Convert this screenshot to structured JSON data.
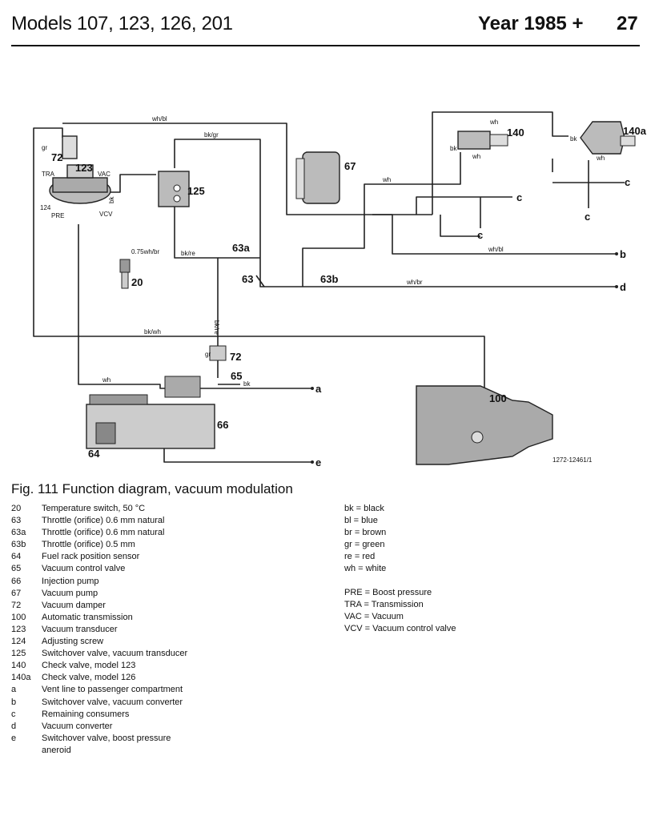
{
  "header": {
    "models": "Models 107, 123, 126, 201",
    "year": "Year 1985 +",
    "page_number": "27"
  },
  "diagram": {
    "labels": {
      "l72_top": "72",
      "l123": "123",
      "tra": "TRA",
      "vac": "VAC",
      "l124": "124",
      "pre": "PRE",
      "vcv": "VCV",
      "gr_top": "gr",
      "l125": "125",
      "l20": "20",
      "t075": "0.75wh/br",
      "l63a": "63a",
      "l63": "63",
      "l63b": "63b",
      "l67": "67",
      "l140": "140",
      "l140a": "140a",
      "wh_140": "wh",
      "bk_140": "bk",
      "wh_140b": "wh",
      "bk_140a": "bk",
      "wh_140a": "wh",
      "c1": "c",
      "c2": "c",
      "c3": "c",
      "c4": "c",
      "b": "b",
      "d": "d",
      "a": "a",
      "e": "e",
      "l72_mid": "72",
      "gr_mid": "gr",
      "l65": "65",
      "l66": "66",
      "l64": "64",
      "l100": "100",
      "ref": "1272-12461/1",
      "w_whbl": "wh/bl",
      "w_bkgr": "bk/gr",
      "w_bk1": "bk",
      "w_bkre": "bk/re",
      "w_wh_mid": "wh",
      "w_whbl2": "wh/bl",
      "w_whbr": "wh/br",
      "w_bkre2": "bk/re",
      "w_bkwh": "bk/wh",
      "w_wh_bot": "wh",
      "w_bk_bot": "bk"
    }
  },
  "figure": {
    "title": "Fig. 111  Function diagram, vacuum modulation",
    "legend": [
      {
        "key": "20",
        "text": "Temperature switch, 50 °C"
      },
      {
        "key": "63",
        "text": "Throttle (orifice) 0.6 mm natural"
      },
      {
        "key": "63a",
        "text": "Throttle (orifice) 0.6 mm natural"
      },
      {
        "key": "63b",
        "text": "Throttle (orifice) 0.5 mm"
      },
      {
        "key": "64",
        "text": "Fuel rack position sensor"
      },
      {
        "key": "65",
        "text": "Vacuum control valve"
      },
      {
        "key": "66",
        "text": "Injection pump"
      },
      {
        "key": "67",
        "text": "Vacuum pump"
      },
      {
        "key": "72",
        "text": "Vacuum damper"
      },
      {
        "key": "100",
        "text": "Automatic transmission"
      },
      {
        "key": "123",
        "text": "Vacuum transducer"
      },
      {
        "key": "124",
        "text": "Adjusting screw"
      },
      {
        "key": "125",
        "text": "Switchover valve, vacuum transducer"
      },
      {
        "key": "140",
        "text": "Check valve, model 123"
      },
      {
        "key": "140a",
        "text": "Check valve, model 126"
      },
      {
        "key": "a",
        "text": "Vent line to passenger compartment"
      },
      {
        "key": "b",
        "text": "Switchover valve, vacuum converter"
      },
      {
        "key": "c",
        "text": "Remaining consumers"
      },
      {
        "key": "d",
        "text": "Vacuum converter"
      },
      {
        "key": "e",
        "text": "Switchover valve, boost pressure aneroid"
      }
    ],
    "colors": [
      "bk = black",
      "bl = blue",
      "br = brown",
      "gr = green",
      "re = red",
      "wh = white"
    ],
    "abbreviations": [
      "PRE = Boost pressure",
      "TRA = Transmission",
      "VAC = Vacuum",
      "VCV = Vacuum control valve"
    ]
  }
}
